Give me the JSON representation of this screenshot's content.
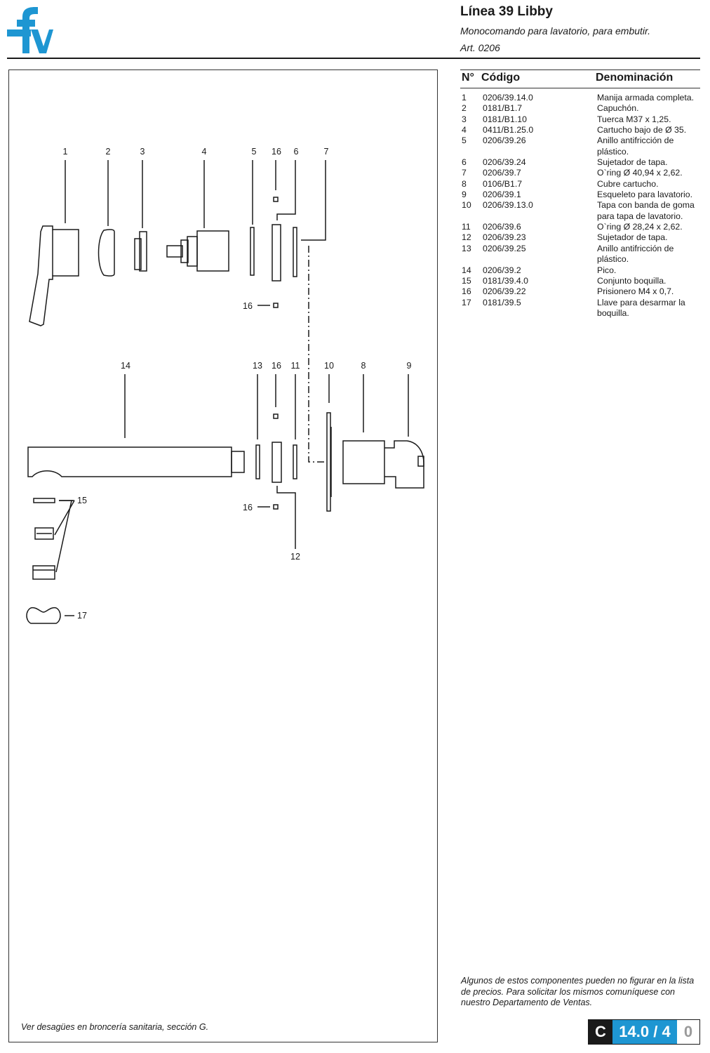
{
  "brand": {
    "color": "#1e96d2",
    "logo_icon": "fv-logo-icon"
  },
  "header": {
    "title": "Línea 39 Libby",
    "subtitle": "Monocomando para lavatorio, para embutir.",
    "article": "Art. 0206"
  },
  "table": {
    "headers": {
      "no": "N°",
      "code": "Código",
      "name": "Denominación"
    },
    "rows": [
      {
        "no": "1",
        "code": "0206/39.14.0",
        "name": "Manija armada completa."
      },
      {
        "no": "2",
        "code": "0181/B1.7",
        "name": "Capuchón."
      },
      {
        "no": "3",
        "code": "0181/B1.10",
        "name": "Tuerca M37 x 1,25."
      },
      {
        "no": "4",
        "code": "0411/B1.25.0",
        "name": "Cartucho bajo de Ø 35."
      },
      {
        "no": "5",
        "code": "0206/39.26",
        "name": "Anillo antifricción de plástico."
      },
      {
        "no": "6",
        "code": "0206/39.24",
        "name": "Sujetador de tapa."
      },
      {
        "no": "7",
        "code": "0206/39.7",
        "name": "O`ring Ø 40,94 x 2,62."
      },
      {
        "no": "8",
        "code": "0106/B1.7",
        "name": "Cubre cartucho."
      },
      {
        "no": "9",
        "code": "0206/39.1",
        "name": "Esqueleto para lavatorio."
      },
      {
        "no": "10",
        "code": "0206/39.13.0",
        "name": "Tapa con banda de goma para tapa de lavatorio."
      },
      {
        "no": "11",
        "code": "0206/39.6",
        "name": "O`ring Ø 28,24 x 2,62."
      },
      {
        "no": "12",
        "code": "0206/39.23",
        "name": "Sujetador de tapa."
      },
      {
        "no": "13",
        "code": "0206/39.25",
        "name": "Anillo antifricción de plástico."
      },
      {
        "no": "14",
        "code": "0206/39.2",
        "name": "Pico."
      },
      {
        "no": "15",
        "code": "0181/39.4.0",
        "name": "Conjunto boquilla."
      },
      {
        "no": "16",
        "code": "0206/39.22",
        "name": "Prisionero M4 x 0,7."
      },
      {
        "no": "17",
        "code": "0181/39.5",
        "name": "Llave para desarmar la boquilla."
      }
    ]
  },
  "drawing": {
    "callouts_top": [
      "1",
      "2",
      "3",
      "4",
      "5",
      "16",
      "6",
      "7"
    ],
    "callouts_mid": [
      "14",
      "13",
      "16",
      "11",
      "10",
      "8",
      "9"
    ],
    "callout_16_a": "16",
    "callout_16_b": "16",
    "callout_12": "12",
    "callout_15": "15",
    "callout_17": "17"
  },
  "notes": {
    "drains": "Ver desagües en broncería sanitaria, sección G.",
    "disclaimer": "Algunos de estos componentes pueden no figurar en la lista de precios. Para solicitar los mismos comuníquese con nuestro Departamento de Ventas."
  },
  "page_badge": {
    "letter": "C",
    "number": "14.0 / 4",
    "sub": "0"
  }
}
